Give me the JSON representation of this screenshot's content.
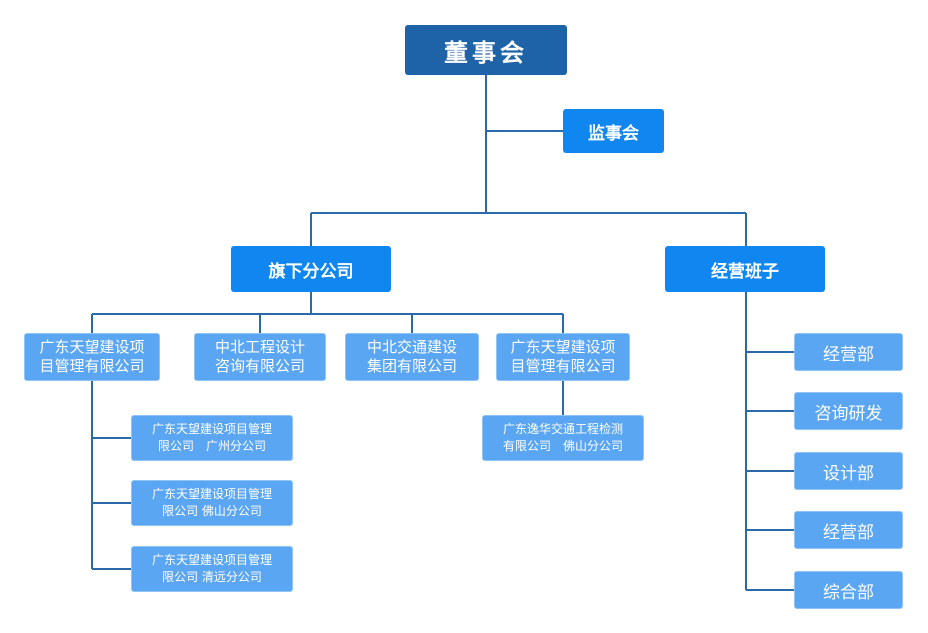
{
  "root": {
    "label": "董事会"
  },
  "supervisory": {
    "label": "监事会"
  },
  "subsidiaries": {
    "label": "旗下分公司",
    "companies": [
      "广东天望建设项\n目管理有限公司",
      "中北工程设计\n咨询有限公司",
      "中北交通建设\n集团有限公司",
      "广东天望建设项\n目管理有限公司"
    ],
    "branches_of_first": [
      "广东天望建设项目管理\n限公司　广州分公司",
      "广东天望建设项目管理\n限公司  佛山分公司",
      "广东天望建设项目管理\n限公司  清远分公司"
    ],
    "branches_of_fourth": [
      "广东逸华交通工程检测\n有限公司　佛山分公司"
    ]
  },
  "management": {
    "label": "经营班子",
    "departments": [
      "经营部",
      "咨询研发",
      "设计部",
      "经营部",
      "综合部"
    ]
  },
  "colors": {
    "root": "#1e63a8",
    "level1": "#0f86f0",
    "level2": "#5ba6f2",
    "connector": "#2b6aa8"
  }
}
